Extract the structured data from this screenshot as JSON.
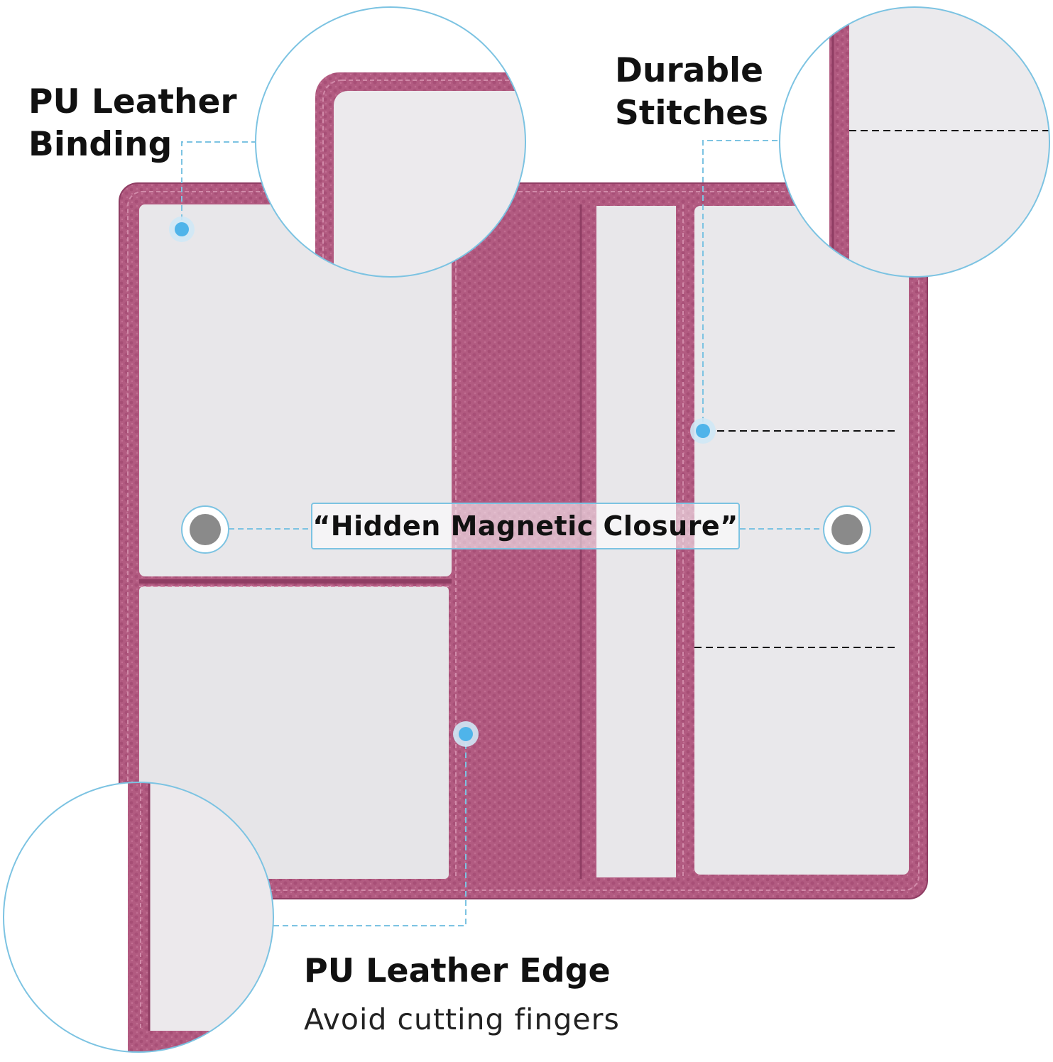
{
  "labels": {
    "binding_line1": "PU Leather",
    "binding_line2": "Binding",
    "stitches_line1": "Durable",
    "stitches_line2": "Stitches",
    "closure": "“Hidden Magnetic Closure”",
    "edge_title": "PU Leather Edge",
    "edge_subtitle": "Avoid cutting fingers"
  },
  "colors": {
    "leather": "#b15a80",
    "leather_dark": "#8f3d63",
    "panel": "#e8e7ea",
    "callout": "#7cc3e2",
    "dot": "#4fb4ea",
    "magnet": "#8a8a8a"
  }
}
